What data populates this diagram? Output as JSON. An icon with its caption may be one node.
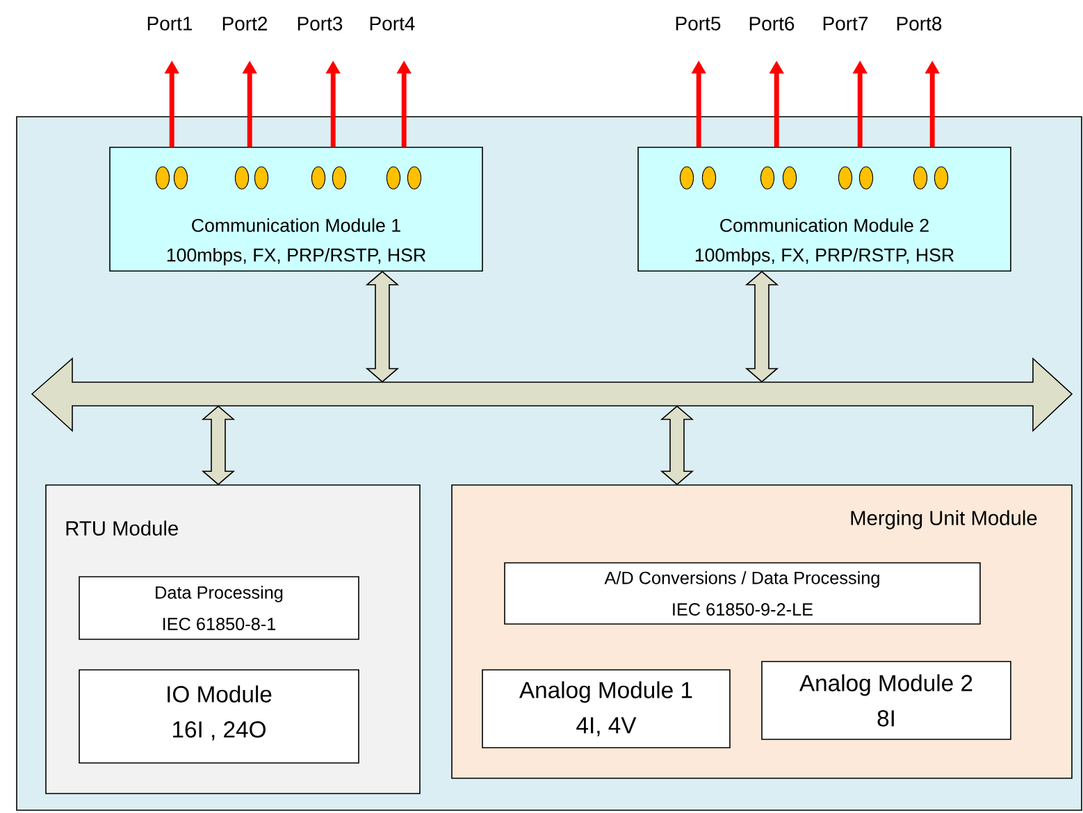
{
  "diagram": {
    "nodes": [
      {
        "text": [],
        "shape": "box"
      },
      {
        "text": [
          "Communication Module 1",
          "100mbps, FX, PRP/RSTP, HSR"
        ],
        "in": 0
      },
      {
        "text": [
          "Communication Module 2",
          "100mbps, FX, PRP/RSTP, HSR"
        ],
        "in": 0
      },
      {
        "text": [],
        "shape": "arrow",
        "in": 0
      },
      {
        "text": [
          "RTU Module"
        ],
        "in": 0
      },
      {
        "text": [
          "Data Processing",
          "IEC 61850-8-1"
        ],
        "in": 4
      },
      {
        "text": [
          "IO Module",
          "16I , 24O"
        ],
        "in": 4
      },
      {
        "text": [
          "Merging Unit Module"
        ],
        "in": 0
      },
      {
        "text": [
          "A/D Conversions / Data Processing",
          "IEC 61850-9-2-LE"
        ],
        "in": 7
      },
      {
        "text": [
          "Analog Module 1",
          "4I, 4V"
        ],
        "in": 7
      },
      {
        "text": [
          "Analog Module 2",
          "8I"
        ],
        "in": 7
      },
      {
        "text": [
          "Port1"
        ]
      },
      {
        "text": [
          "Port2"
        ]
      },
      {
        "text": [
          "Port3"
        ]
      },
      {
        "text": [
          "Port4"
        ]
      },
      {
        "text": [
          "Port5"
        ]
      },
      {
        "text": [
          "Port6"
        ]
      },
      {
        "text": [
          "Port7"
        ]
      },
      {
        "text": [
          "Port8"
        ]
      }
    ],
    "edges": [
      {
        "from": 1,
        "to": 11,
        "arrow": "to",
        "color": "#ff0000"
      },
      {
        "from": 1,
        "to": 12,
        "arrow": "to",
        "color": "#ff0000"
      },
      {
        "from": 1,
        "to": 13,
        "arrow": "to",
        "color": "#ff0000"
      },
      {
        "from": 1,
        "to": 14,
        "arrow": "to",
        "color": "#ff0000"
      },
      {
        "from": 2,
        "to": 15,
        "arrow": "to",
        "color": "#ff0000"
      },
      {
        "from": 2,
        "to": 16,
        "arrow": "to",
        "color": "#ff0000"
      },
      {
        "from": 2,
        "to": 17,
        "arrow": "to",
        "color": "#ff0000"
      },
      {
        "from": 2,
        "to": 18,
        "arrow": "to",
        "color": "#ff0000"
      },
      {
        "from": 1,
        "to": 3,
        "arrow": "both",
        "color": "#dddfc8"
      },
      {
        "from": 2,
        "to": 3,
        "arrow": "both",
        "color": "#dddfc8"
      },
      {
        "from": 3,
        "to": 4,
        "arrow": "both",
        "color": "#dddfc8"
      },
      {
        "from": 3,
        "to": 7,
        "arrow": "both",
        "color": "#dddfc8"
      }
    ]
  }
}
